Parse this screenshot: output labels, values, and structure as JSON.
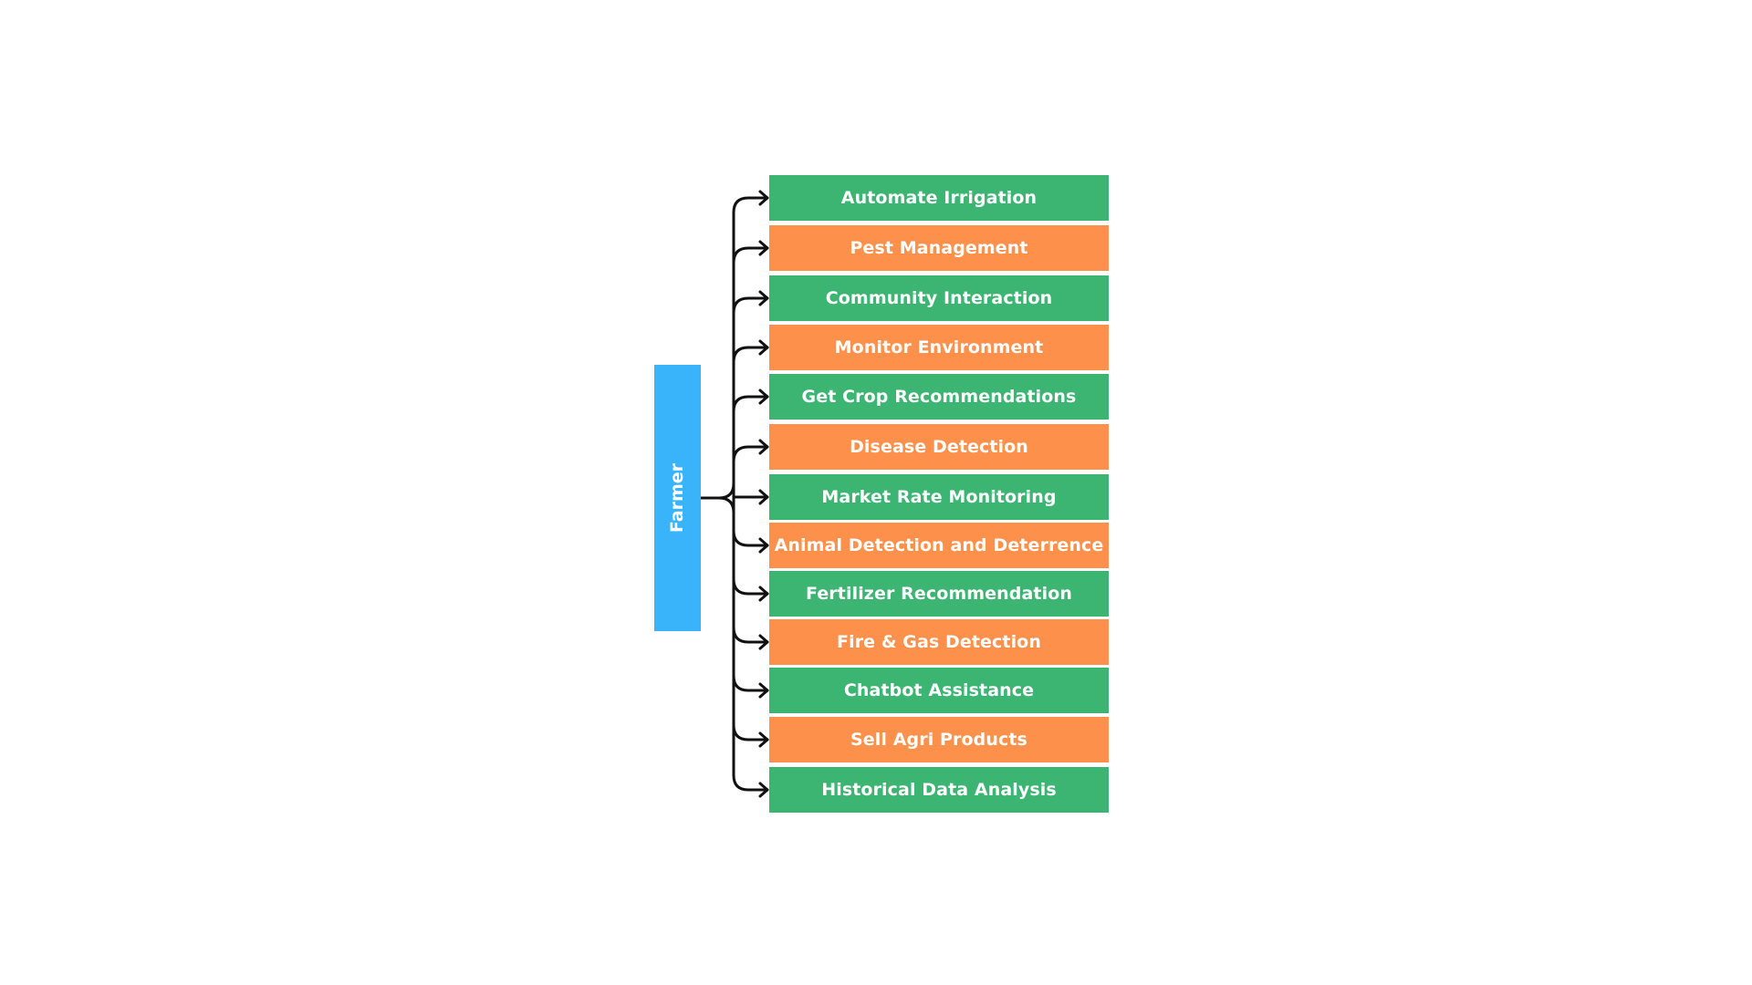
{
  "diagram": {
    "actor": {
      "label": "Farmer",
      "color": "#39b4fb"
    },
    "colors": {
      "green": "#3bb571",
      "orange": "#fd914b",
      "connector": "#111111"
    },
    "features": [
      {
        "label": "Automate Irrigation",
        "color": "green"
      },
      {
        "label": "Pest Management",
        "color": "orange"
      },
      {
        "label": "Community Interaction",
        "color": "green"
      },
      {
        "label": "Monitor Environment",
        "color": "orange"
      },
      {
        "label": "Get Crop Recommendations",
        "color": "green"
      },
      {
        "label": "Disease Detection",
        "color": "orange"
      },
      {
        "label": "Market Rate Monitoring",
        "color": "green"
      },
      {
        "label": "Animal Detection and Deterrence",
        "color": "orange"
      },
      {
        "label": "Fertilizer Recommendation",
        "color": "green"
      },
      {
        "label": "Fire & Gas Detection",
        "color": "orange"
      },
      {
        "label": "Chatbot Assistance",
        "color": "green"
      },
      {
        "label": "Sell Agri Products",
        "color": "orange"
      },
      {
        "label": "Historical Data Analysis",
        "color": "green"
      }
    ]
  }
}
